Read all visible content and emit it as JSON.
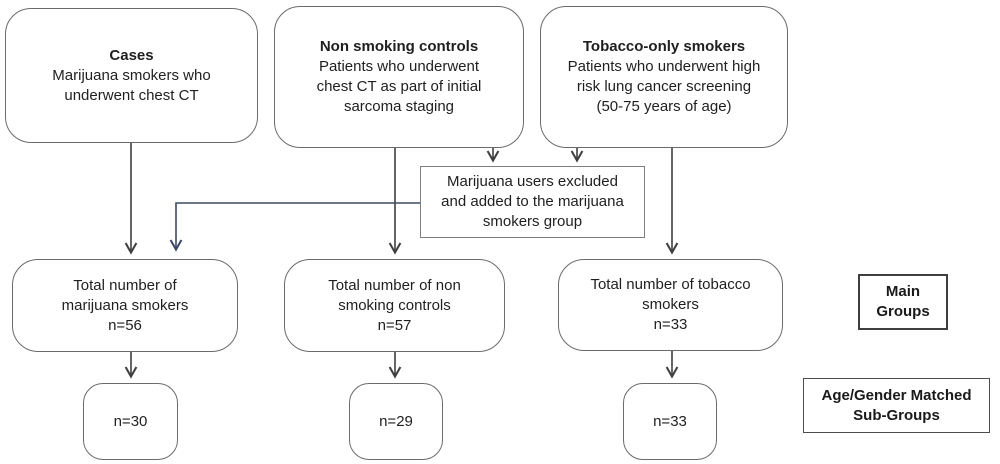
{
  "colors": {
    "box_border": "#6b6b6b",
    "rect_border": "#7f7f7f",
    "arrow_line": "#3f3f3f",
    "exclusion_connector_line": "#3a4a66",
    "text": "#1f1f1f",
    "background": "#ffffff"
  },
  "flowchart": {
    "top_row": [
      {
        "title": "Cases",
        "body": "Marijuana smokers who\nunderwent chest CT"
      },
      {
        "title": "Non smoking controls",
        "body": "Patients who underwent\nchest CT as part of initial\nsarcoma staging"
      },
      {
        "title": "Tobacco-only smokers",
        "body": "Patients who underwent high\nrisk lung cancer screening\n(50-75 years of age)"
      }
    ],
    "exclusion_note": "Marijuana users excluded\nand added to the marijuana\nsmokers group",
    "main_groups_row": [
      {
        "text": "Total number of\nmarijuana smokers",
        "n": "n=56"
      },
      {
        "text": "Total number of non\nsmoking controls",
        "n": "n=57"
      },
      {
        "text": "Total number of tobacco\nsmokers",
        "n": "n=33"
      }
    ],
    "sub_groups_row": [
      {
        "n": "n=30"
      },
      {
        "n": "n=29"
      },
      {
        "n": "n=33"
      }
    ],
    "labels": {
      "main_groups": "Main\nGroups",
      "sub_groups": "Age/Gender Matched\nSub-Groups"
    }
  }
}
